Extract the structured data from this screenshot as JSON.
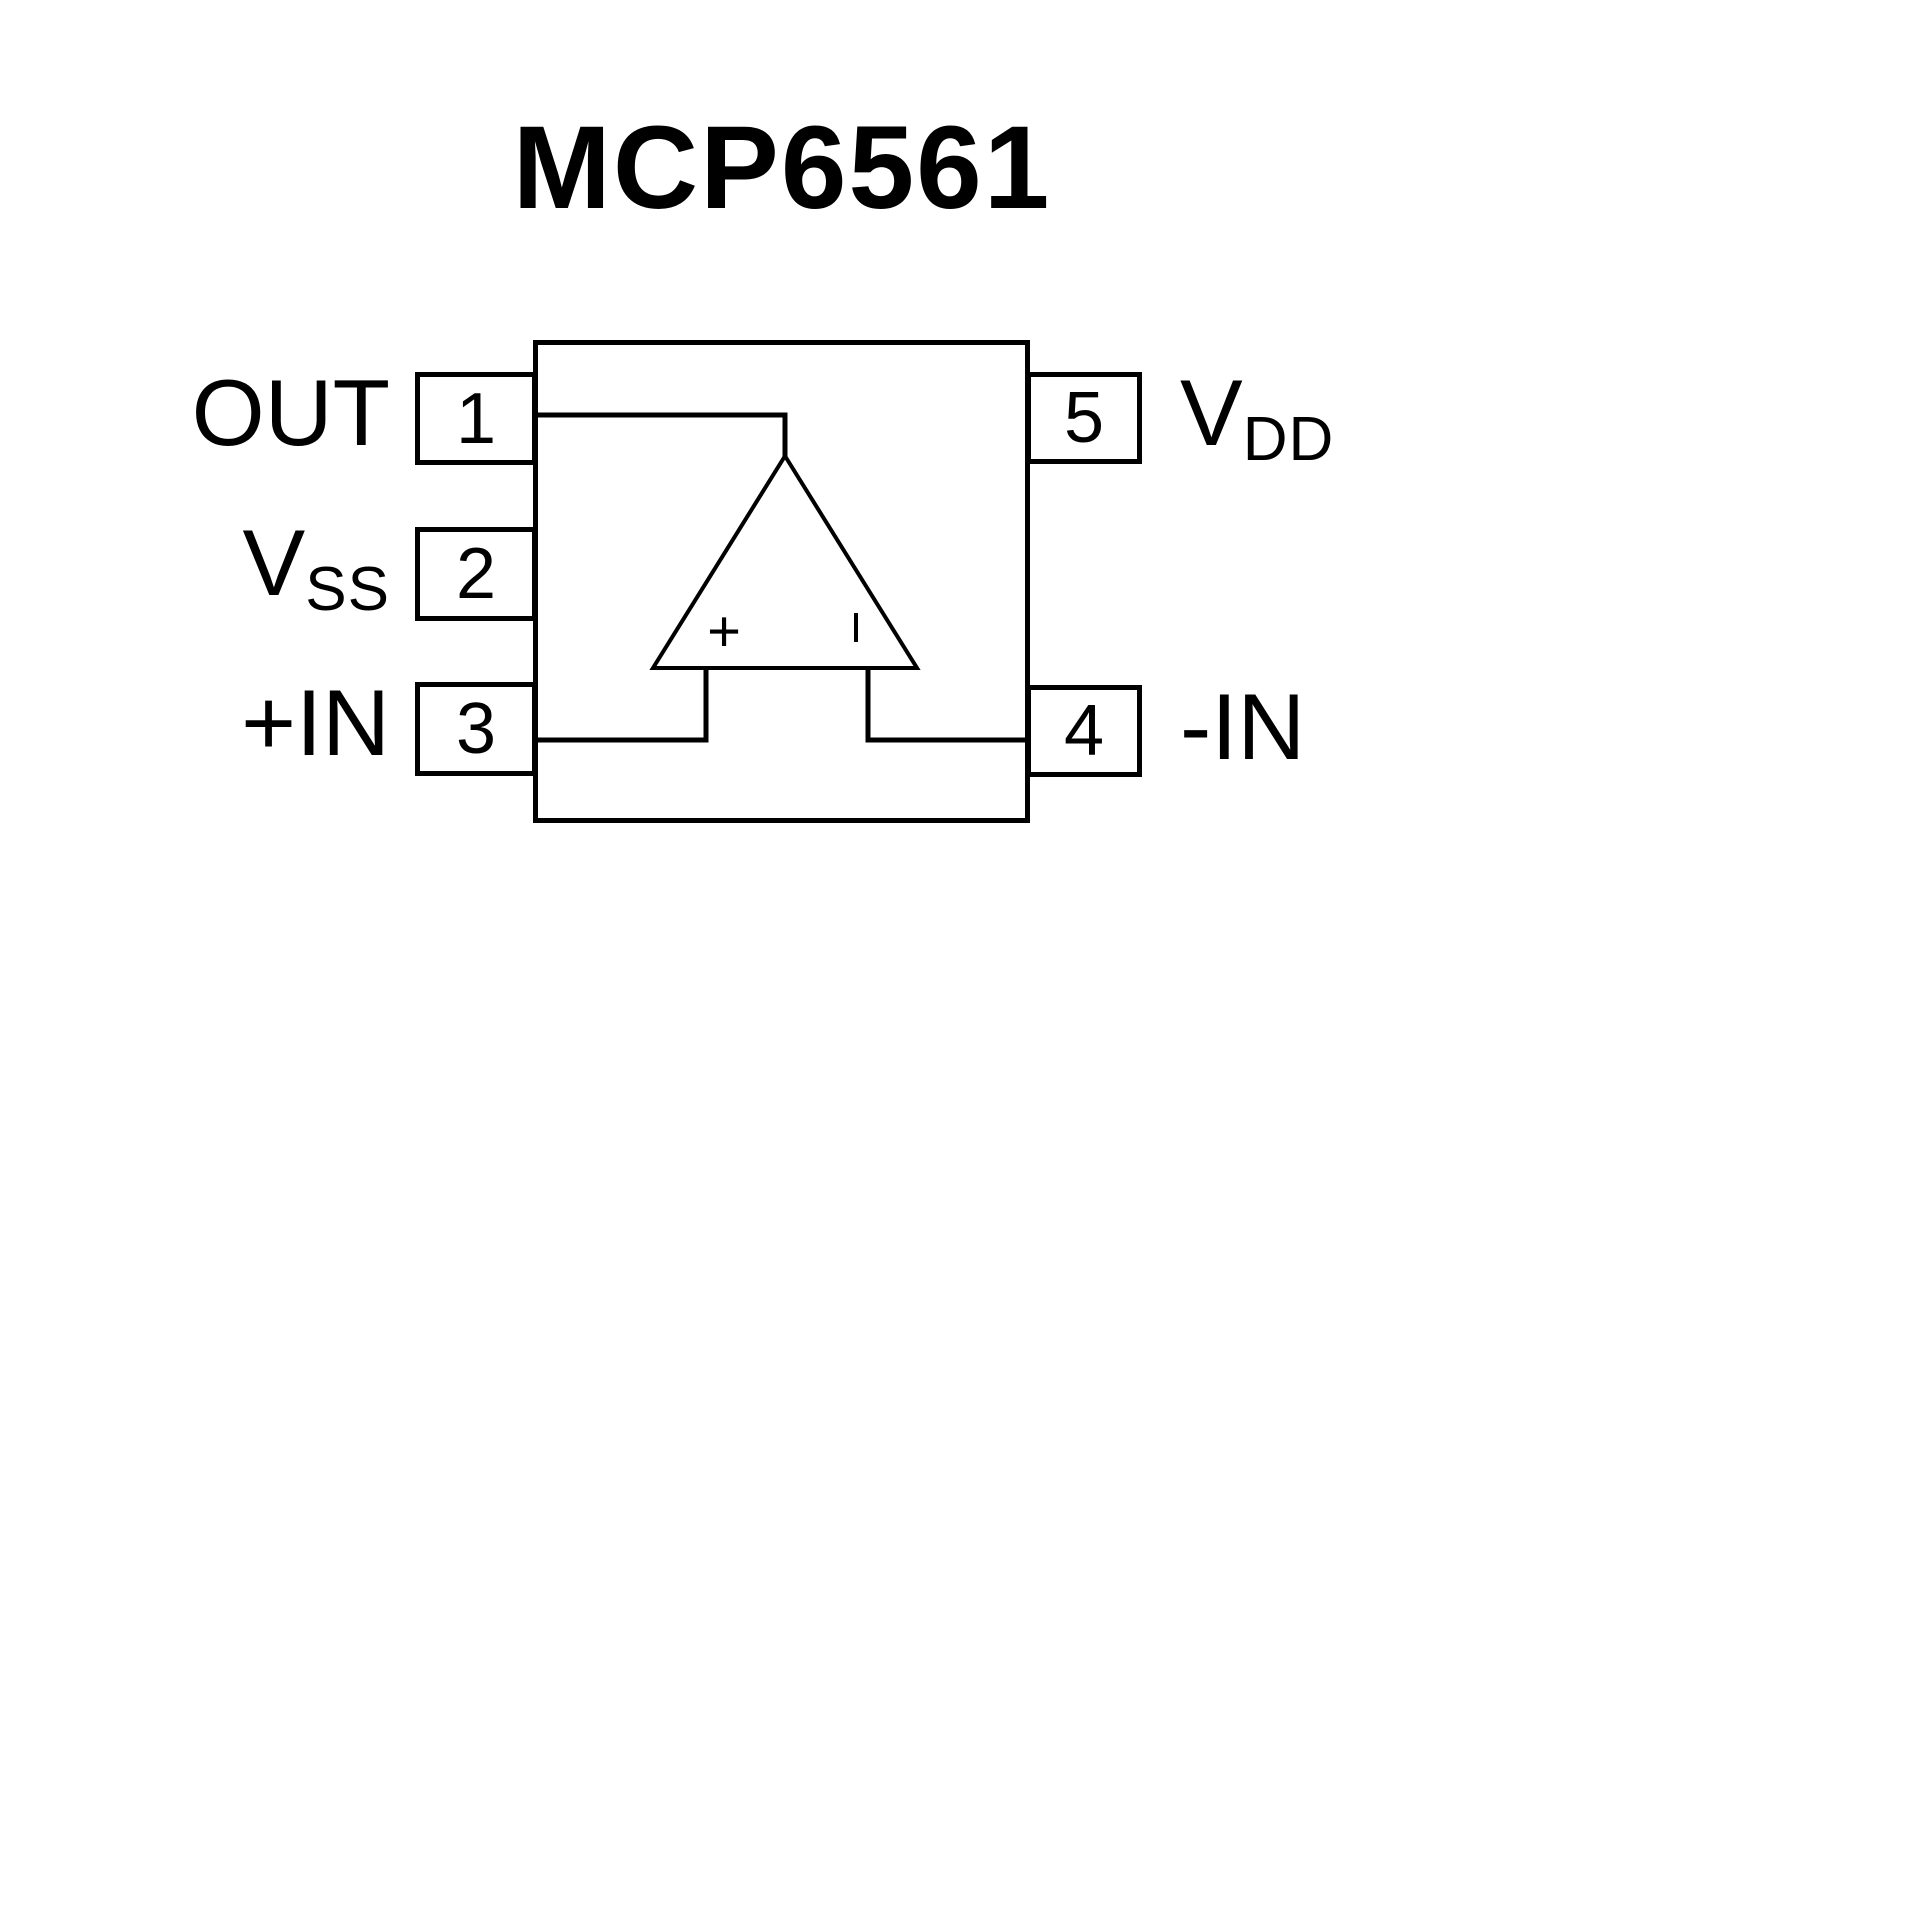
{
  "title": "MCP6561",
  "colors": {
    "ink": "#000000",
    "background": "#ffffff"
  },
  "chip": {
    "pins_left": [
      {
        "number": "1",
        "label": "OUT",
        "label_sub": ""
      },
      {
        "number": "2",
        "label": "V",
        "label_sub": "SS"
      },
      {
        "number": "3",
        "label": "+IN",
        "label_sub": ""
      }
    ],
    "pins_right": [
      {
        "number": "5",
        "label": "V",
        "label_sub": "DD"
      },
      {
        "number": "4",
        "label": "-IN",
        "label_sub": ""
      }
    ],
    "opamp": {
      "noninverting_symbol": "+"
    }
  }
}
